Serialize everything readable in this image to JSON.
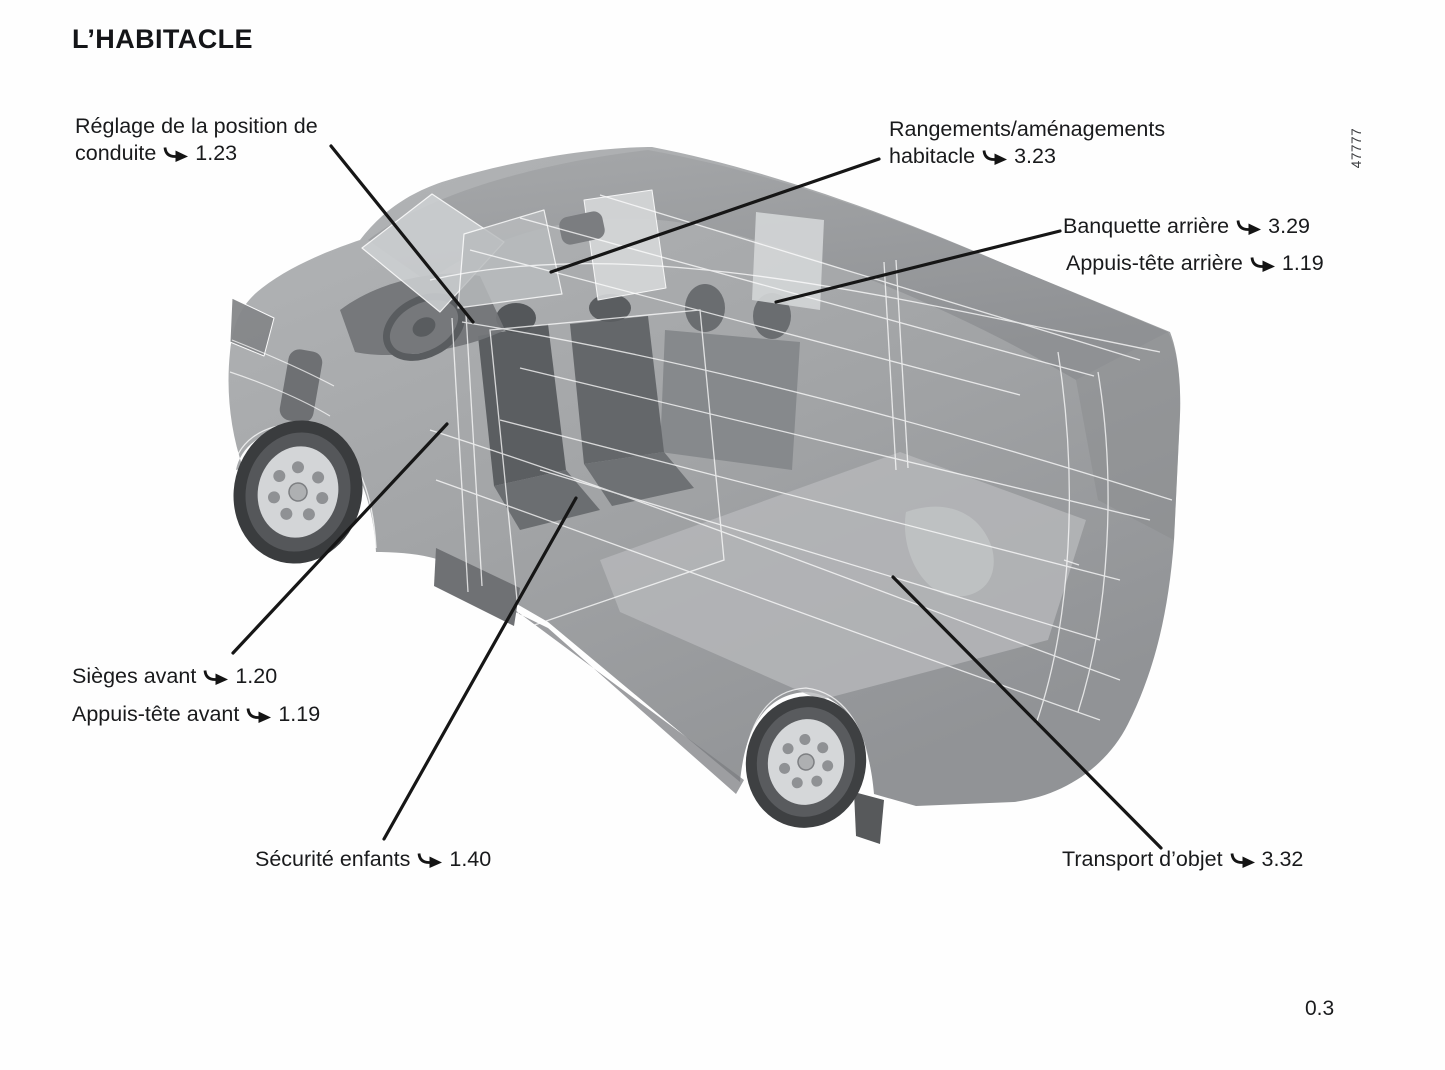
{
  "page": {
    "title": "L’HABITACLE",
    "page_number": "0.3",
    "figure_number": "47777"
  },
  "icons": {
    "cross_ref_arrow": "➥"
  },
  "colors": {
    "text": "#1a1b1d",
    "leader_line": "#161616",
    "van_body_light": "#b3b5b7",
    "van_body_dark": "#95979a",
    "glass": "#cdd0d2",
    "seat_dark": "#5b5e61"
  },
  "callouts": [
    {
      "text": "Réglage de la position de conduite",
      "ref": "1.23"
    },
    {
      "text": "Rangements/aménagements habitacle",
      "ref": "3.23"
    },
    {
      "text": "Banquette arrière",
      "ref": "3.29"
    },
    {
      "text": "Appuis-tête arrière",
      "ref": "1.19"
    },
    {
      "text": "Sièges avant",
      "ref": "1.20"
    },
    {
      "text": "Appuis-tête avant",
      "ref": "1.19"
    },
    {
      "text": "Sécurité enfants",
      "ref": "1.40"
    },
    {
      "text": "Transport d’objet",
      "ref": "3.32"
    }
  ]
}
